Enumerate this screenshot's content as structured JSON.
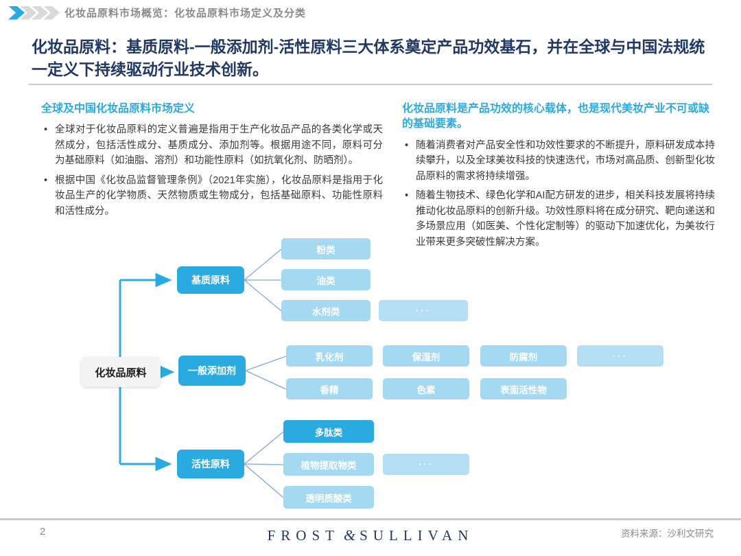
{
  "header": {
    "breadcrumb": "化妆品原料市场概览：化妆品原料市场定义及分类"
  },
  "title": {
    "text": "化妆品原料：基质原料-一般添加剂-活性原料三大体系奠定产品功效基石，并在全球与中国法规统一定义下持续驱动行业技术创新。"
  },
  "left_column": {
    "heading": "全球及中国化妆品原料市场定义",
    "bullets": [
      "全球对于化妆品原料的定义普遍是指用于生产化妆品产品的各类化学或天然成分，包括活性成分、基质成分、添加剂等。根据用途不同，原料可分为基础原料（如油脂、溶剂）和功能性原料（如抗氧化剂、防晒剂）。",
      "根据中国《化妆品监督管理条例》（2021年实施），化妆品原料是指用于化妆品生产的化学物质、天然物质或生物成分，包括基础原料、功能性原料和活性成分。"
    ]
  },
  "right_column": {
    "heading": "化妆品原料是产品功效的核心载体，也是现代美妆产业不可或缺的基础要素。",
    "bullets": [
      "随着消费者对产品安全性和功效性要求的不断提升，原料研发成本持续攀升，以及全球美妆科技的快速迭代，市场对高品质、创新型化妆品原料的需求将持续增强。",
      "随着生物技术、绿色化学和AI配方研发的进步，相关科技发展将持续推动化妆品原料的创新升级。功效性原料将在成分研究、靶向递送和多场景应用（如医美、个性化定制等）的驱动下加速优化，为美妆行业带来更多突破性解决方案。"
    ]
  },
  "diagram": {
    "root": "化妆品原料",
    "branches": [
      {
        "label": "基质原料",
        "children": [
          "粉类",
          "油类",
          "水剂类",
          "···"
        ]
      },
      {
        "label": "一般添加剂",
        "children": [
          "乳化剂",
          "保湿剂",
          "防腐剂",
          "···",
          "香精",
          "色素",
          "表面活性物"
        ]
      },
      {
        "label": "活性原料",
        "children": [
          "多肽类",
          "植物提取物类",
          "···",
          "透明质酸类"
        ]
      }
    ]
  },
  "footer": {
    "page_number": "2",
    "brand": {
      "left": "FROST",
      "amp": "&",
      "right": "SULLIVAN"
    },
    "source": "资料来源：沙利文研究"
  },
  "colors": {
    "accent_blue": "#29abe2",
    "light_blue": "#a5d8f1",
    "navy": "#1f3864",
    "gray_text": "#8a8a8a"
  }
}
